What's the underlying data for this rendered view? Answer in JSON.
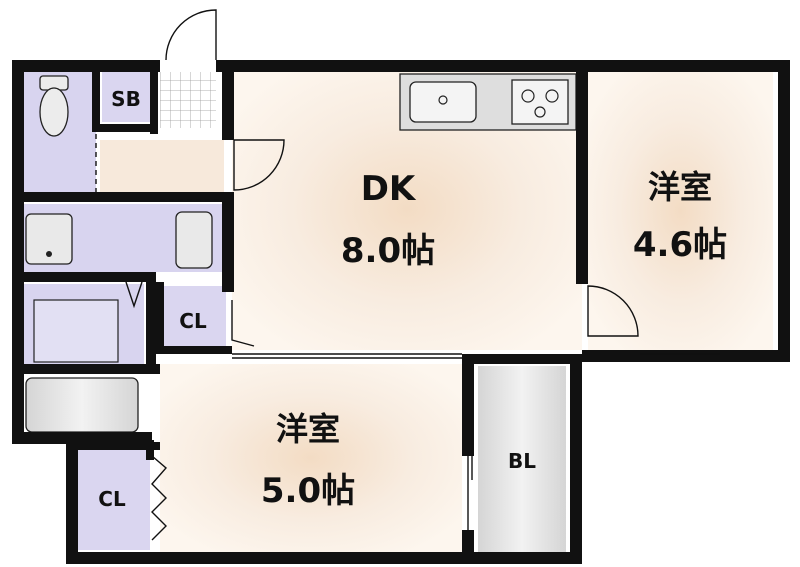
{
  "rooms": {
    "dk": {
      "name": "DK",
      "size": "8.0帖"
    },
    "western_a": {
      "name": "洋室",
      "size": "4.6帖"
    },
    "western_b": {
      "name": "洋室",
      "size": "5.0帖"
    },
    "sb": "SB",
    "cl_1": "CL",
    "cl_2": "CL",
    "bl": "BL"
  },
  "colors": {
    "wall": "#111111",
    "room_fill": "#f8ebdc",
    "room_glow": "#f1d2b4",
    "wet_area": "#d8d4ef",
    "storage": "#e8e8e8"
  }
}
